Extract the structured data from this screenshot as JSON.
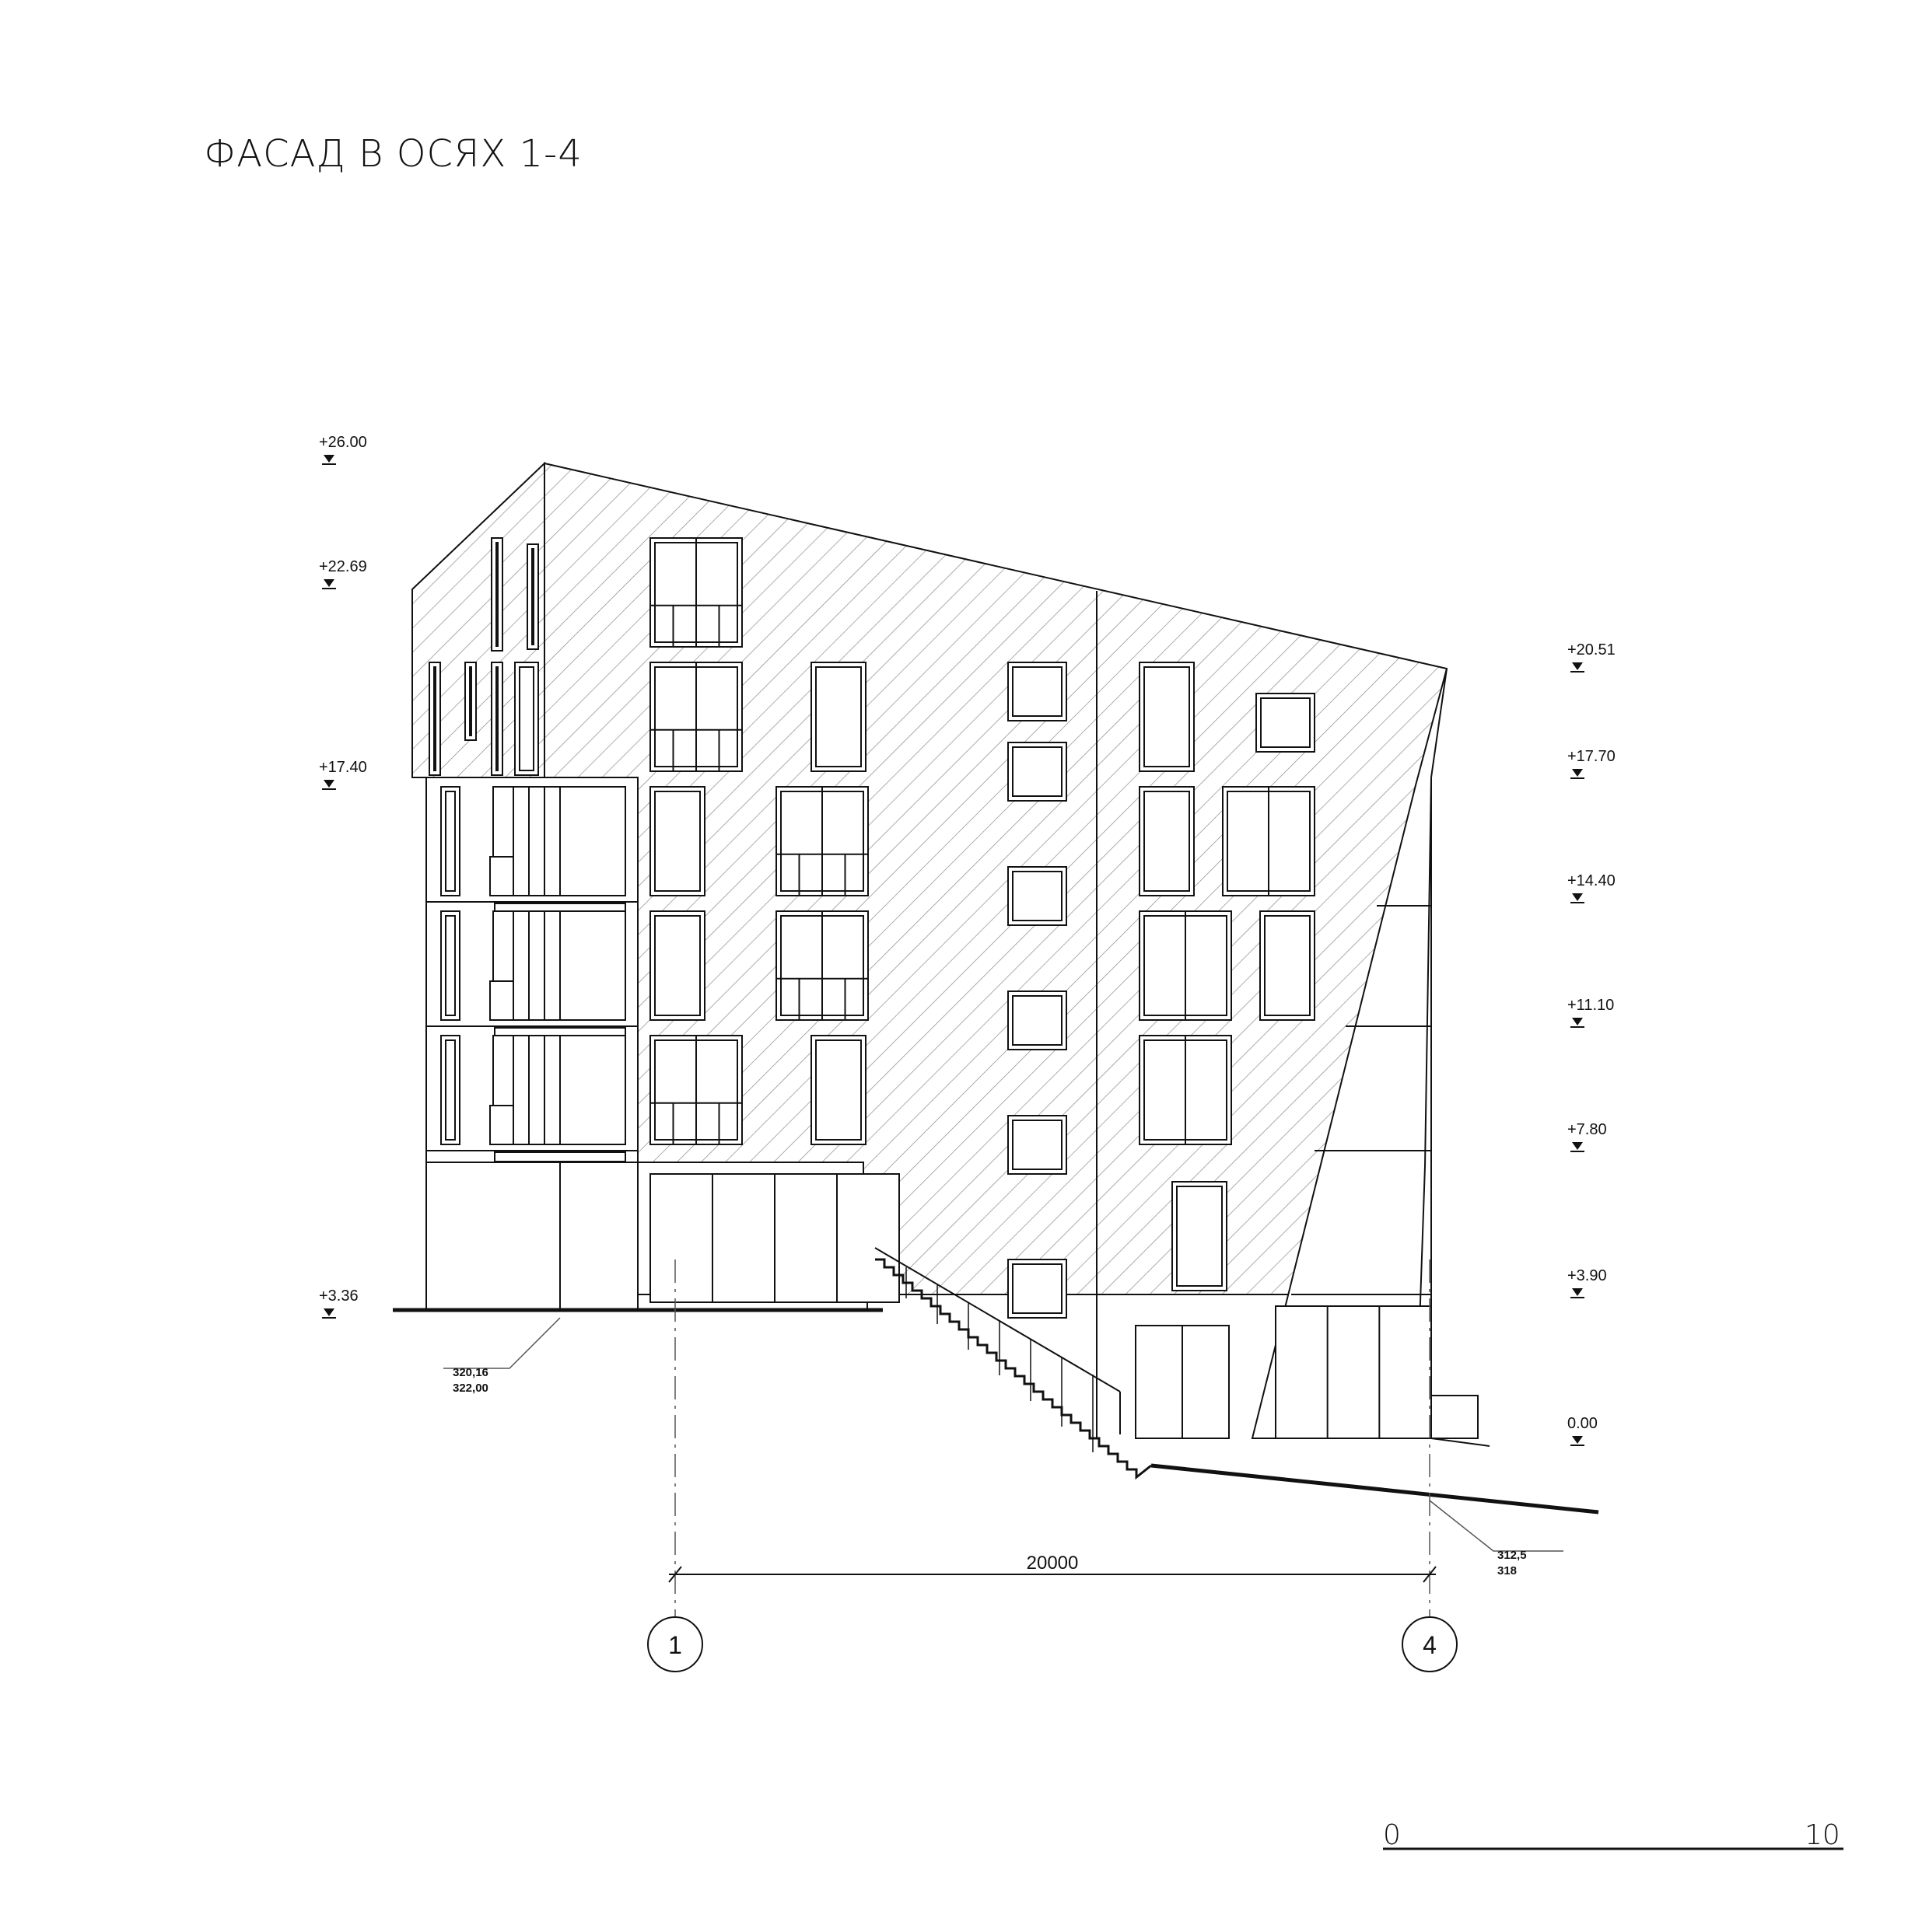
{
  "title": "ФАСАД В ОСЯХ 1-4",
  "levels_left": [
    "+26.00",
    "+22.69",
    "+17.40",
    "+3.36"
  ],
  "levels_right": [
    "+20.51",
    "+17.70",
    "+14.40",
    "+11.10",
    "+7.80",
    "+3.90",
    "0.00"
  ],
  "ground_marks_left": {
    "upper": "320,16",
    "lower": "322,00"
  },
  "ground_marks_right": {
    "upper": "312,5",
    "lower": "318"
  },
  "dimension": "20000",
  "axes": [
    "1",
    "4"
  ],
  "scale_bar": {
    "start": "0",
    "end": "10"
  },
  "colors": {
    "line": "#111111",
    "hatch": "#8a8a8a"
  }
}
